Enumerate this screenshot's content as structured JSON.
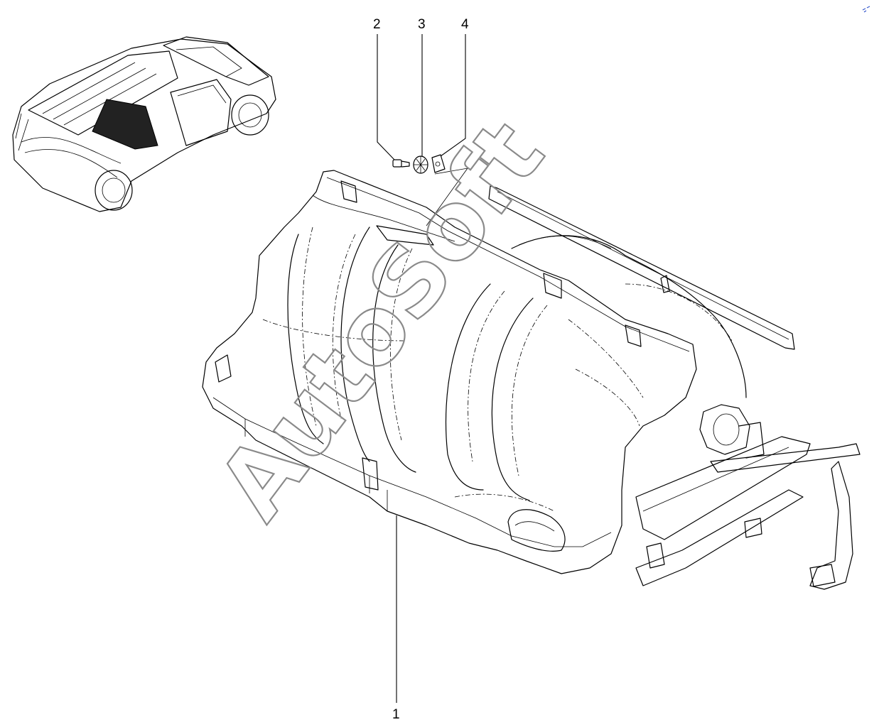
{
  "diagram": {
    "callouts": [
      {
        "id": "1",
        "label": "1"
      },
      {
        "id": "2",
        "label": "2"
      },
      {
        "id": "3",
        "label": "3"
      },
      {
        "id": "4",
        "label": "4"
      }
    ],
    "watermark": "AutoSoft"
  },
  "colors": {
    "ink": "#000000",
    "watermark": "#8a8a8a",
    "background": "#ffffff",
    "corner_mark": "#3355cc"
  },
  "icons": {
    "vehicle": "pickup-van-icon",
    "screw": "screw-icon",
    "washer": "washer-icon",
    "clip": "clip-nut-icon"
  }
}
